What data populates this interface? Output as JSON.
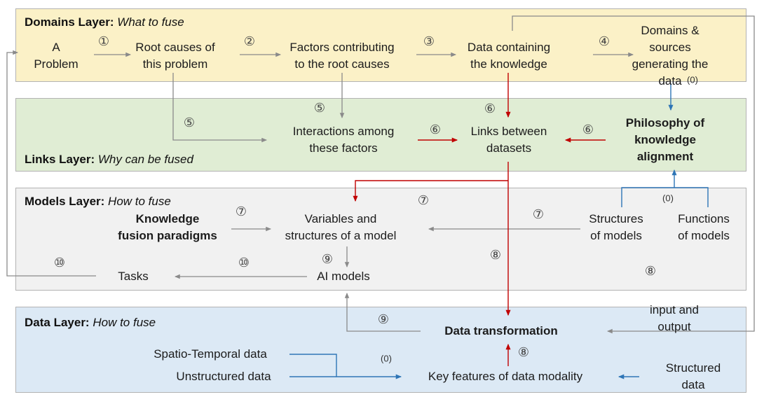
{
  "layers": [
    {
      "title": "Domains Layer:",
      "subtitle": "What to fuse"
    },
    {
      "title": "Links Layer:",
      "subtitle": "Why can be fused"
    },
    {
      "title": "Models Layer:",
      "subtitle": "How to fuse"
    },
    {
      "title": "Data Layer:",
      "subtitle": "How to fuse"
    }
  ],
  "nodes": {
    "a_problem": "A\nProblem",
    "root_causes": "Root causes of\nthis problem",
    "factors": "Factors contributing\nto the root causes",
    "data_containing": "Data containing\nthe knowledge",
    "domains_sources": "Domains & sources\ngenerating the data",
    "interactions": "Interactions among\nthese factors",
    "links_between": "Links between\ndatasets",
    "philosophy": "Philosophy of\nknowledge\nalignment",
    "knowledge_fusion": "Knowledge\nfusion paradigms",
    "variables": "Variables and\nstructures of a model",
    "structures_models": "Structures\nof models",
    "functions_models": "Functions\nof models",
    "tasks": "Tasks",
    "ai_models": "AI models",
    "data_transformation": "Data transformation",
    "input_output": "input and output",
    "spatio": "Spatio-Temporal data",
    "unstructured": "Unstructured data",
    "key_features": "Key features of data modality",
    "structured": "Structured data"
  },
  "badges": {
    "1": "①",
    "2": "②",
    "3": "③",
    "4": "④",
    "5": "⑤",
    "6": "⑥",
    "7": "⑦",
    "8": "⑧",
    "9": "⑨",
    "10": "⑩",
    "zero": "(0)"
  },
  "colors": {
    "domains_band": "#FBF1C7",
    "links_band": "#E0EDD4",
    "models_band": "#F1F1F1",
    "data_band": "#DCE9F5",
    "gray_arrow": "#8a8a8a",
    "red_arrow": "#C00000",
    "blue_arrow": "#2E75B6"
  }
}
